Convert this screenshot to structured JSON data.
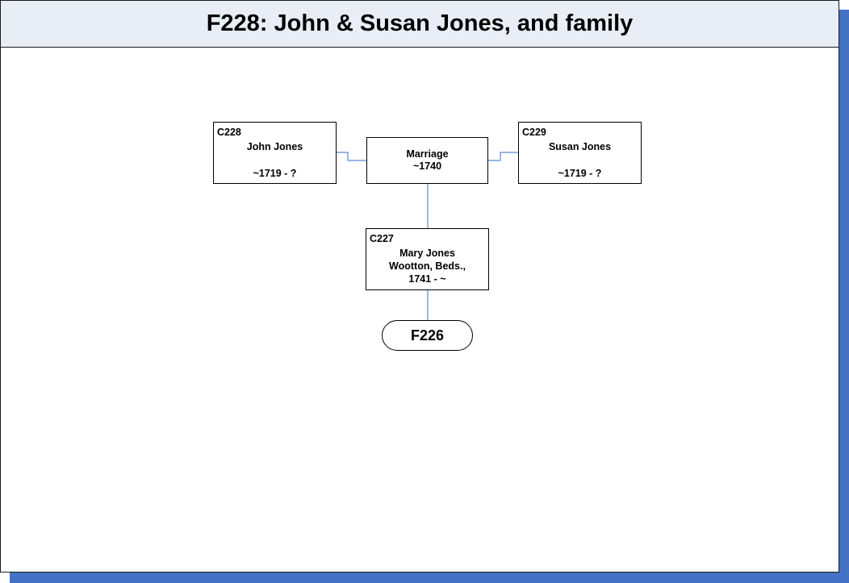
{
  "title": "F228: John & Susan Jones, and family",
  "persons": {
    "husband": {
      "code": "C228",
      "name": "John Jones",
      "dates": "~1719 - ?"
    },
    "wife": {
      "code": "C229",
      "name": "Susan Jones",
      "dates": "~1719 - ?"
    },
    "child": {
      "code": "C227",
      "name": "Mary Jones",
      "place": "Wootton, Beds.,",
      "dates": "1741 - ~"
    }
  },
  "marriage": {
    "label": "Marriage",
    "date": "~1740"
  },
  "link": {
    "label": "F226"
  },
  "colors": {
    "connector": "#5b8ccf",
    "shadow": "#4472c4",
    "title_background": "#e8edf6"
  }
}
